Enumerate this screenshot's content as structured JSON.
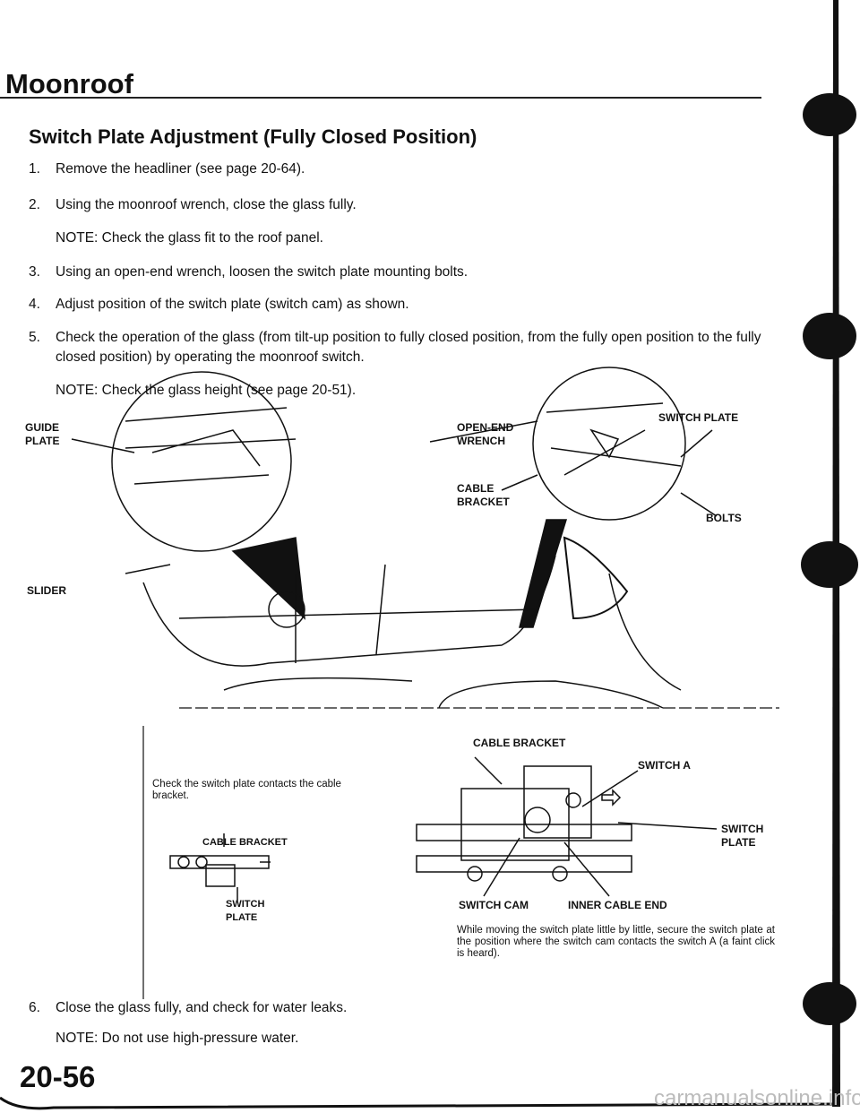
{
  "header": {
    "title": "Moonroof",
    "section_title": "Switch Plate Adjustment (Fully Closed Position)"
  },
  "steps": [
    {
      "num": "1.",
      "text": "Remove the headliner (see page 20-64)."
    },
    {
      "num": "2.",
      "text": "Using the moonroof wrench, close the glass fully."
    },
    {
      "note": "NOTE: Check the glass fit to the roof panel."
    },
    {
      "num": "3.",
      "text": "Using an open-end wrench, loosen the switch plate mounting bolts."
    },
    {
      "num": "4.",
      "text": "Adjust position of the switch plate (switch cam) as shown."
    },
    {
      "num": "5.",
      "text": "Check the operation of the glass (from tilt-up position to fully closed position, from the fully open position to the fully",
      "text2": "closed position) by operating the moonroof switch."
    },
    {
      "note": "NOTE: Check the glass height (see page 20-51)."
    }
  ],
  "diagram_top": {
    "labels": {
      "guide_plate": "GUIDE PLATE",
      "open_end_wrench": "OPEN-END WRENCH",
      "switch_plate": "SWITCH PLATE",
      "cable_bracket": "CABLE BRACKET",
      "bolts": "BOLTS",
      "slider": "SLIDER"
    }
  },
  "diagram_left": {
    "caption": "Check the switch plate contacts the cable bracket.",
    "cable_bracket": "CABLE BRACKET",
    "switch_plate": "SWITCH PLATE"
  },
  "diagram_right": {
    "cable_bracket": "CABLE BRACKET",
    "switch_a": "SWITCH A",
    "switch_plate": "SWITCH PLATE",
    "switch_cam": "SWITCH CAM",
    "inner_cable_end": "INNER CABLE END",
    "caption": "While moving the switch plate little by little, secure the switch plate at the position where the switch cam contacts the switch A (a faint click is heard)."
  },
  "step6": {
    "num": "6.",
    "text": "Close the glass fully, and check for water leaks.",
    "note": "NOTE: Do not use high-pressure water."
  },
  "footer": {
    "page_number": "20-56",
    "watermark": "carmanualsonline.info"
  }
}
